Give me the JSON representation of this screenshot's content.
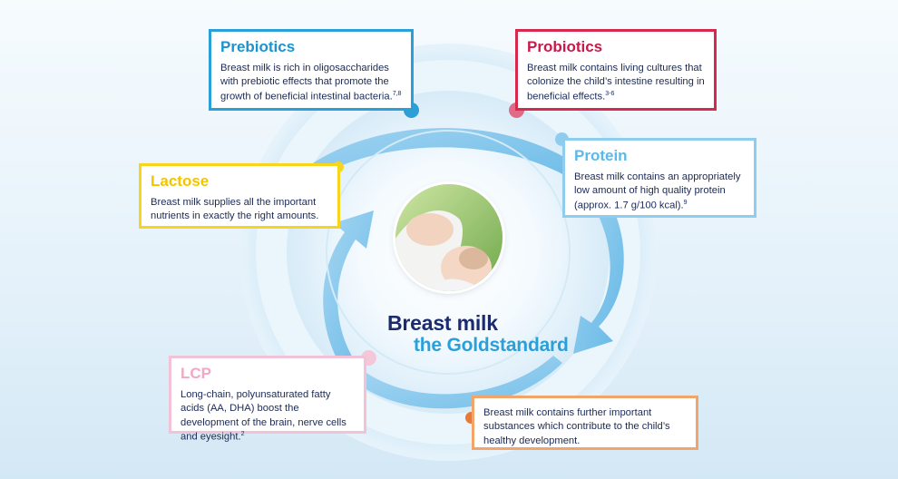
{
  "center": {
    "title_line1": "Breast milk",
    "title_line2": "the Goldstandard"
  },
  "cards": {
    "prebiotics": {
      "title": "Prebiotics",
      "text": "Breast milk is rich in oligosaccharides with prebiotic effects that promote the growth of beneficial intestinal bacteria.",
      "ref": "7,8"
    },
    "probiotics": {
      "title": "Probiotics",
      "text": "Breast milk contains living cultures that colonize the child’s intestine resulting in beneficial effects.",
      "ref": "3-6"
    },
    "protein": {
      "title": "Protein",
      "text": "Breast milk contains an appropriately low amount of high quality protein (approx. 1.7 g/100 kcal).",
      "ref": "9"
    },
    "lactose": {
      "title": "Lactose",
      "text": "Breast milk supplies all the important nutrients in exactly the right amounts."
    },
    "lcp": {
      "title": "LCP",
      "text": "Long-chain, polyunsaturated fatty acids (AA, DHA) boost the development of the brain, nerve cells and eyesight.",
      "ref": "2"
    },
    "further": {
      "text": "Breast milk contains further important substances which contribute to the child’s healthy development."
    }
  },
  "colors": {
    "prebiotics": "#2a9fd8",
    "probiotics": "#d6294e",
    "protein": "#8fcdef",
    "lactose": "#f7d51c",
    "lcp": "#f2c3d6",
    "further": "#f1a56b",
    "title_navy": "#1c2b6e",
    "title_blue": "#2a9fd8"
  },
  "icons": [
    "cycle-arrow-icon",
    "connector-dot-icon"
  ]
}
